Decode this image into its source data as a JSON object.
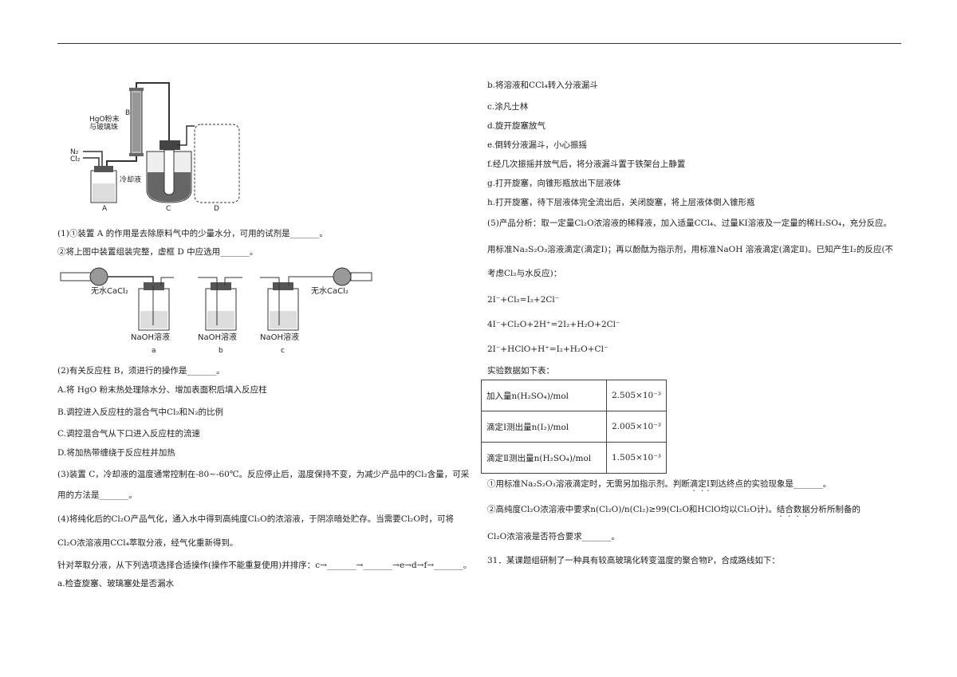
{
  "left": {
    "fig1_labels": {
      "b": "B",
      "hgo": "HgO粉末",
      "beads": "与玻璃珠",
      "n2": "N₂",
      "cl2": "Cl₂",
      "coolant": "冷却液",
      "a": "A",
      "c": "C",
      "d": "D"
    },
    "q1a": "(1)①装置 A 的作用是去除原料气中的少量水分，可用的试剂是_______。",
    "q1b": "②将上图中装置组装完整，虚框 D 中应选用_______。",
    "fig2_labels": {
      "cacl2_left": "无水CaCl₂",
      "cacl2_right": "无水CaCl₂",
      "naoh_a": "NaOH溶液",
      "naoh_b": "NaOH溶液",
      "naoh_c": "NaOH溶液",
      "a": "a",
      "b": "b",
      "c": "c"
    },
    "q2": "(2)有关反应柱 B，须进行的操作是_______。",
    "q2A": "A.将 HgO 粉末热处理除水分、增加表面积后填入反应柱",
    "q2B": "B.调控进入反应柱的混合气中Cl₂和N₂的比例",
    "q2C": "C.调控混合气从下口进入反应柱的流速",
    "q2D": "D.将加热带缠绕于反应柱并加热",
    "q3a": "(3)装置 C，冷却液的温度通常控制在-80~-60℃。反应停止后，温度保持不变，为减少产品中的Cl₂含量，可采",
    "q3b": "用的方法是_______。",
    "q4a": "(4)将纯化后的Cl₂O产品气化，通入水中得到高纯度Cl₂O的浓溶液，于阴凉暗处贮存。当需要Cl₂O时，可将",
    "q4b": "Cl₂O浓溶液用CCl₄萃取分液，经气化重新得到。",
    "q4c": "针对萃取分液，从下列选项选择合适操作(操作不能重复使用)并排序：c→_______→_______→e→d→f→_______。",
    "opt_a": "a.检查旋塞、玻璃塞处是否漏水"
  },
  "right": {
    "opt_b": "b.将溶液和CCl₄转入分液漏斗",
    "opt_c": "c.涂凡士林",
    "opt_d": "d.旋开旋塞放气",
    "opt_e": "e.倒转分液漏斗，小心振摇",
    "opt_f": "f.经几次振摇并放气后，将分液漏斗置于铁架台上静置",
    "opt_g": "g.打开旋塞，向锥形瓶放出下层液体",
    "opt_h": "h.打开旋塞，待下层液体完全流出后，关闭旋塞，将上层液体倒入锥形瓶",
    "q5a": "(5)产品分析：取一定量Cl₂O浓溶液的稀释液，加入适量CCl₄、过量KI溶液及一定量的稀H₂SO₄，充分反应。",
    "q5b": "用标准Na₂S₂O₃溶液滴定(滴定Ⅰ)；再以酚酞为指示剂，用标准NaOH 溶液滴定(滴定Ⅱ)。已知产生I₂的反应(不",
    "q5c": "考虑Cl₂与水反应)：",
    "eq1": "2I⁻+Cl₂=I₂+2Cl⁻",
    "eq2": "4I⁻+Cl₂O+2H⁺=2I₂+H₂O+2Cl⁻",
    "eq3": "2I⁻+HClO+H⁺=I₂+H₂O+Cl⁻",
    "table_title": "实验数据如下表：",
    "table": [
      {
        "label": "加入量n(H₂SO₄)/mol",
        "value": "2.505×10⁻³"
      },
      {
        "label": "滴定Ⅰ测出量n(I₂)/mol",
        "value": "2.005×10⁻³"
      },
      {
        "label": "滴定Ⅱ测出量n(H₂SO₄)/mol",
        "value": "1.505×10⁻³"
      }
    ],
    "q5d_pre": "①用标准Na₂S₂O₃溶液滴定时，无需另加指示剂。判断",
    "q5d_dot": "滴定Ⅰ",
    "q5d_post": "到达终点的实验现象是_______。",
    "q5e_pre": "②高纯度Cl₂O浓溶液中要求n(Cl₂O)/n(Cl₂)≥99(Cl₂O和HClO均以Cl₂O计)。",
    "q5e_dot": "结合数据",
    "q5e_post": "分析所制备的",
    "q5f": "Cl₂O浓溶液是否符合要求_______。",
    "q31": "31．某课题组研制了一种具有较高玻璃化转变温度的聚合物P，合成路线如下："
  }
}
